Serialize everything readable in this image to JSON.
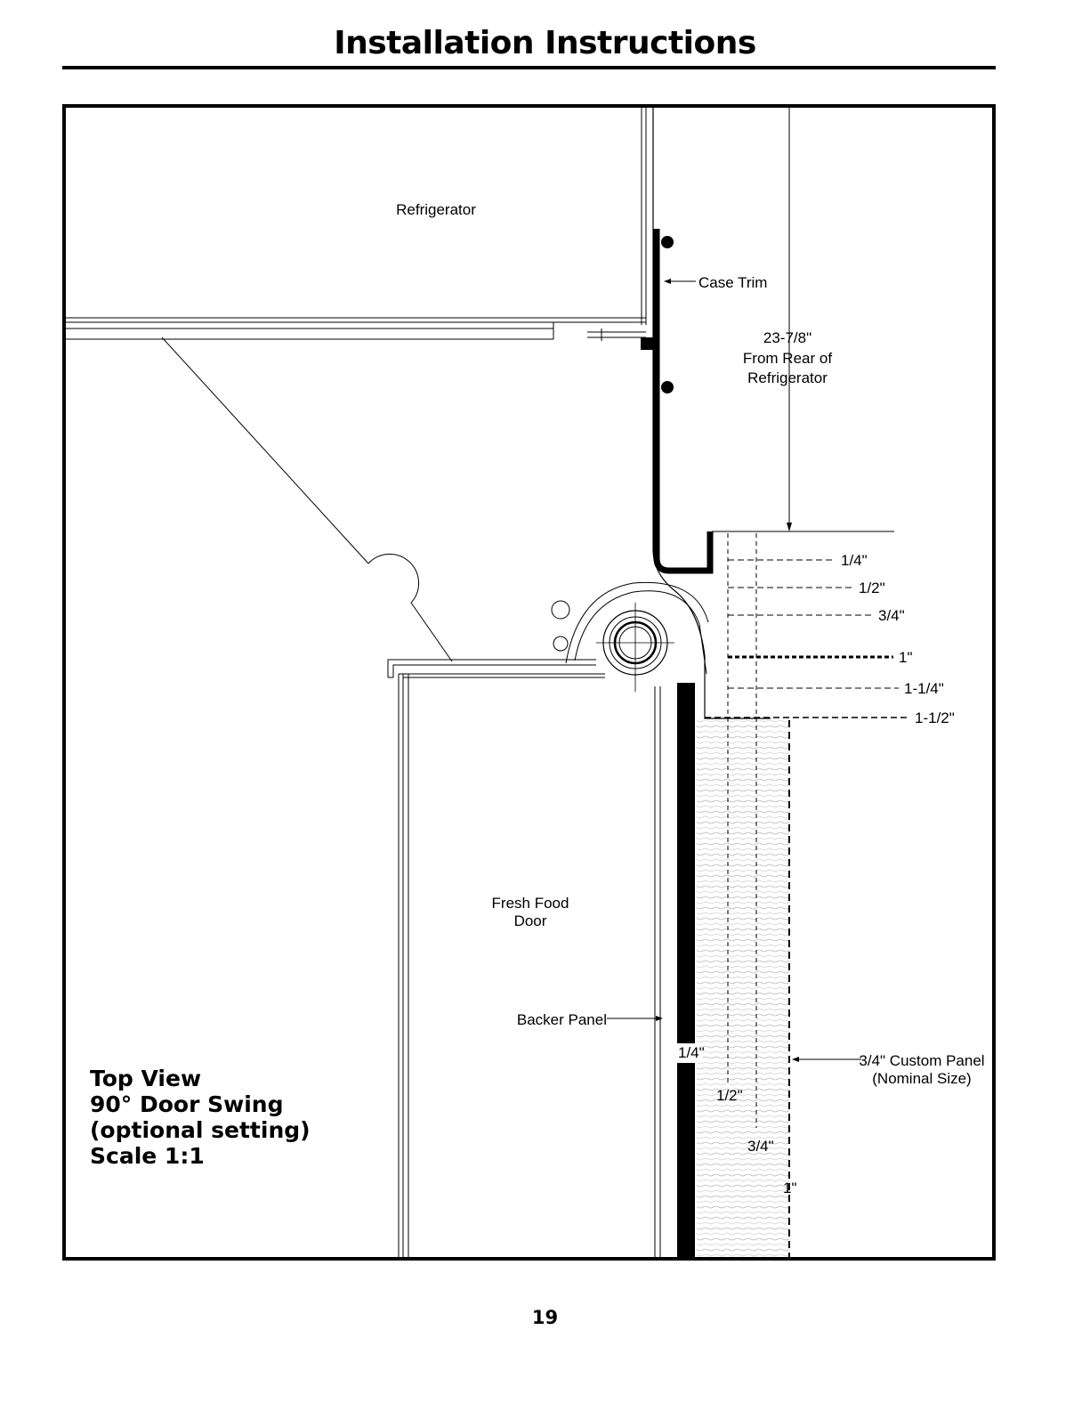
{
  "page": {
    "title": "Installation Instructions",
    "page_number": "19"
  },
  "drawing": {
    "labels": {
      "refrigerator": "Refrigerator",
      "case_trim": "Case Trim",
      "dimension_1": "23-7/8\"",
      "dimension_2": "From Rear of",
      "dimension_3": "Refrigerator",
      "fresh_food_1": "Fresh Food",
      "fresh_food_2": "Door",
      "backer_panel": "Backer Panel",
      "custom_panel_1": "3/4\" Custom Panel",
      "custom_panel_2": "(Nominal Size)"
    },
    "offset_lines": [
      "1/4\"",
      "1/2\"",
      "3/4\"",
      "1\"",
      "1-1/4\"",
      "1-1/2\""
    ],
    "panel_thickness_labels": [
      "1/4\"",
      "1/2\"",
      "3/4\"",
      "1\""
    ]
  },
  "caption": {
    "line_1": "Top View",
    "line_2": "90° Door Swing",
    "line_3": "(optional setting)",
    "line_4": "Scale 1:1"
  }
}
